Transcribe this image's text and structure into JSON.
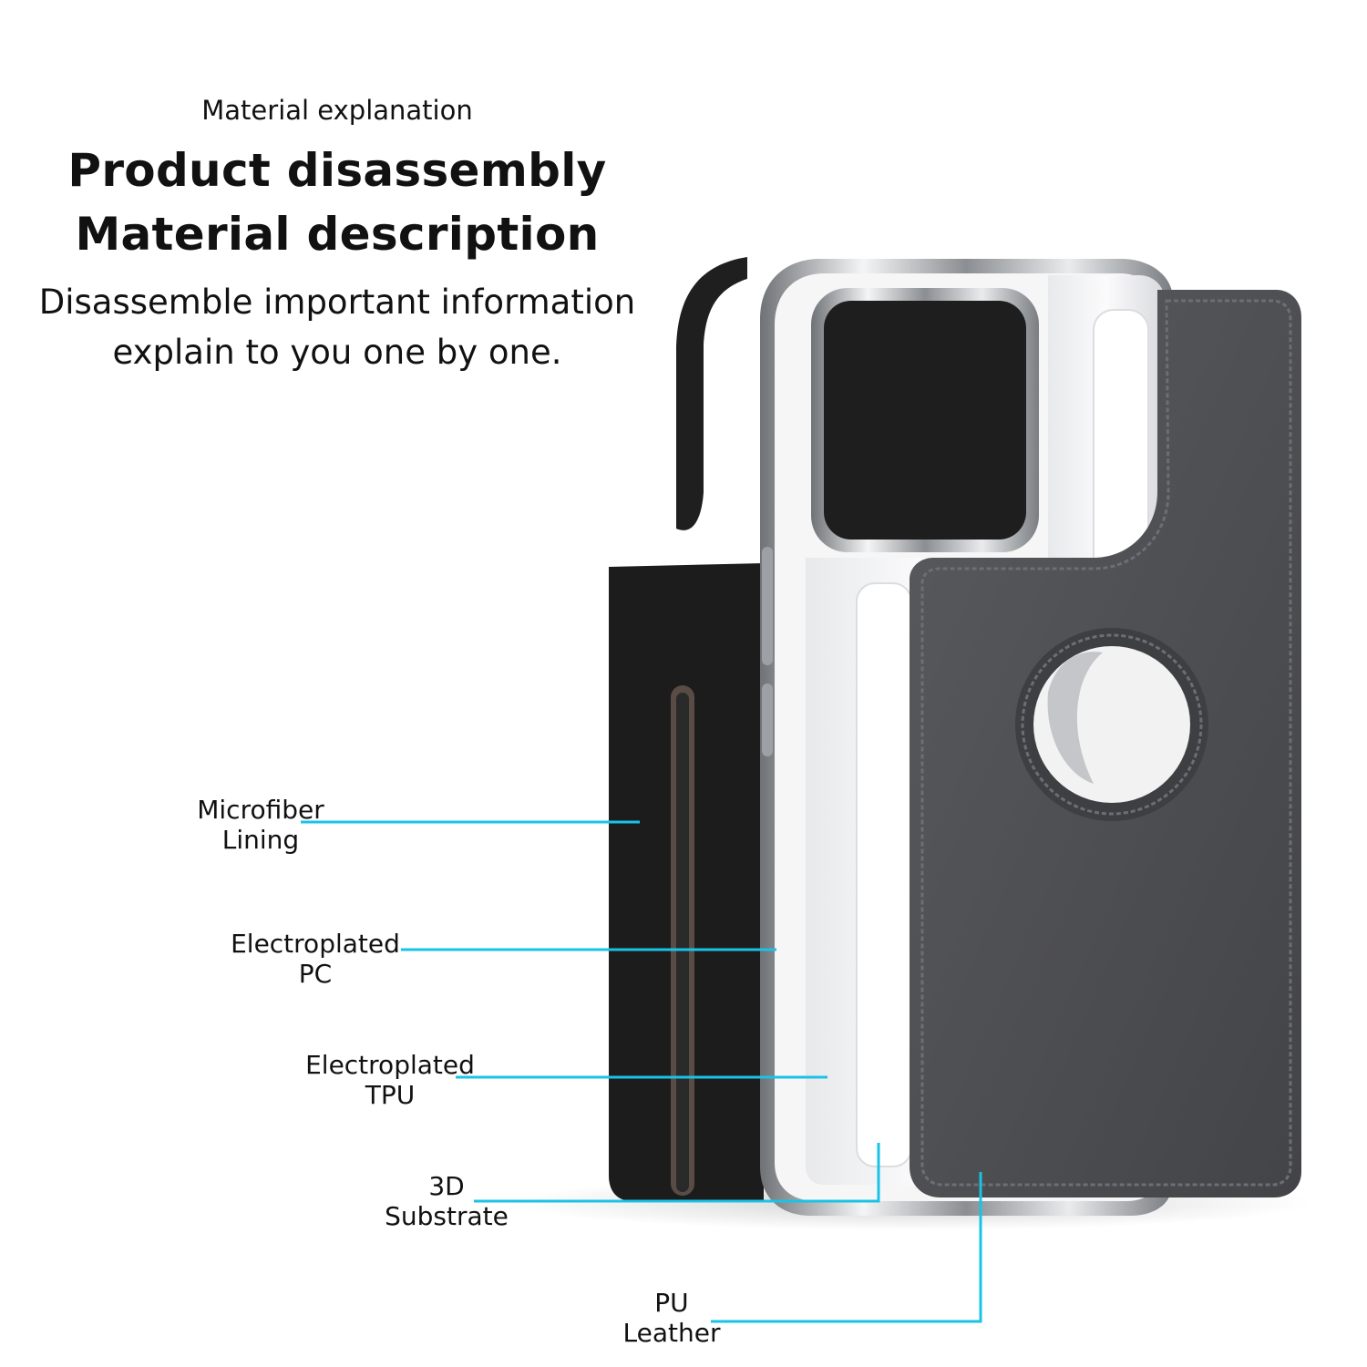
{
  "header": {
    "kicker": "Material explanation",
    "title_line1": "Product disassembly",
    "title_line2": "Material description",
    "desc_line1": "Disassemble important information",
    "desc_line2": "explain to you one by one."
  },
  "labels": [
    {
      "line1": "Microfiber",
      "line2": "Lining"
    },
    {
      "line1": "Electroplated",
      "line2": "PC"
    },
    {
      "line1": "Electroplated",
      "line2": "TPU"
    },
    {
      "line1": "3D",
      "line2": "Substrate"
    },
    {
      "line1": "PU",
      "line2": "Leather"
    }
  ],
  "colors": {
    "leader": "#19c3e6",
    "leather": "#4a4b4d",
    "microfiber": "#1c1c1c",
    "chrome": "#c9ccd0"
  }
}
